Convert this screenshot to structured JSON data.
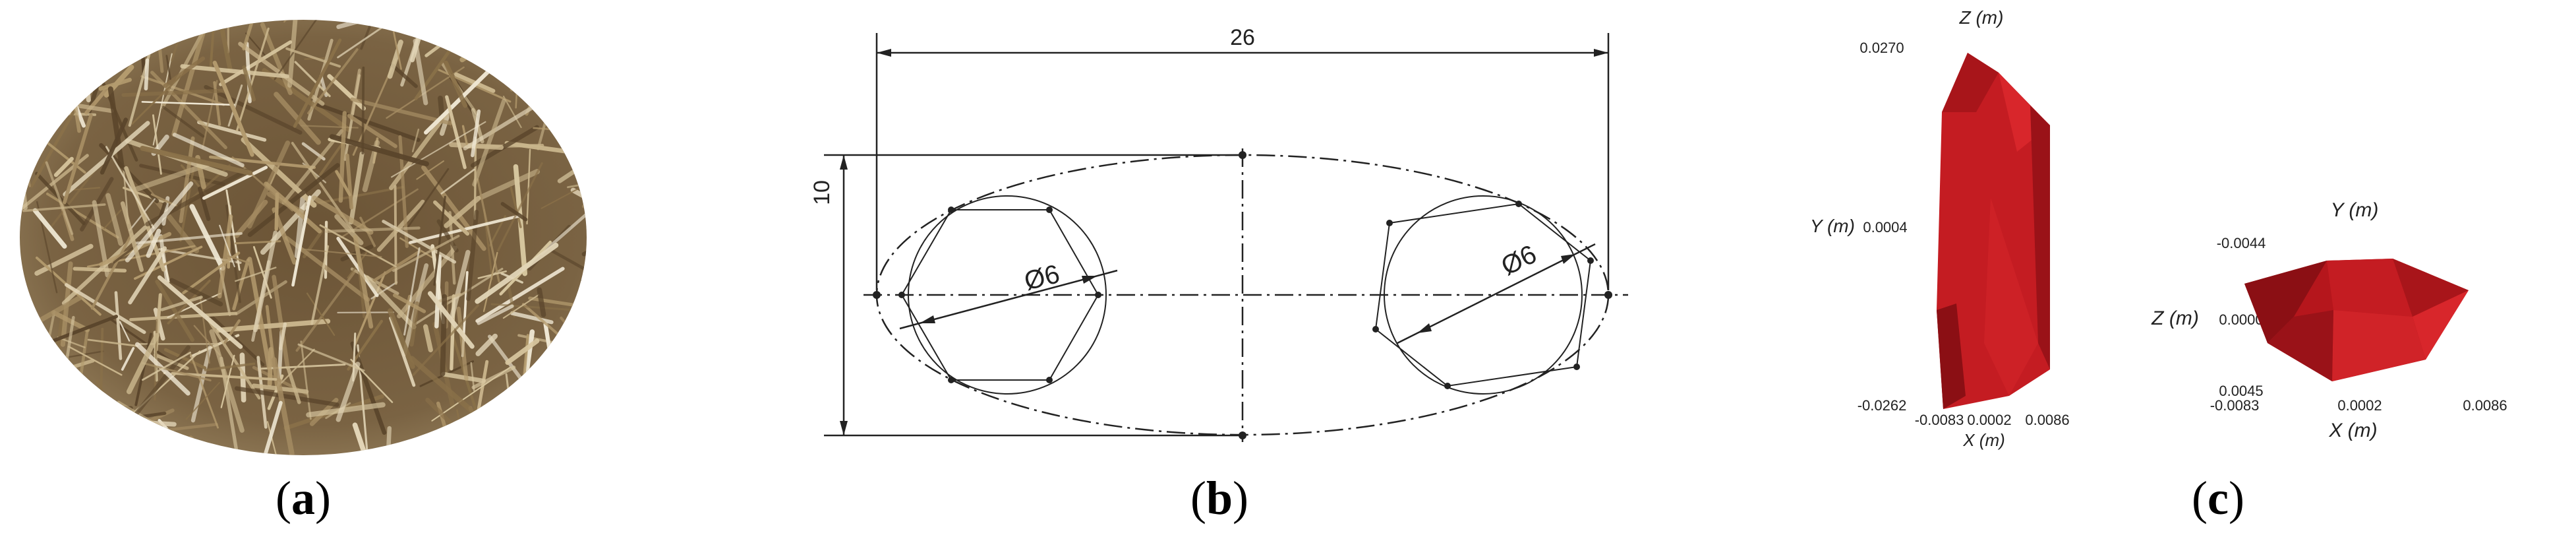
{
  "panels": {
    "a": {
      "caption_open": "(",
      "caption_letter": "a",
      "caption_close": ")"
    },
    "b": {
      "caption_open": "(",
      "caption_letter": "b",
      "caption_close": ")",
      "dimensions": {
        "length": "26",
        "height": "10",
        "dia_left": "Ø6",
        "dia_right": "Ø6"
      }
    },
    "c": {
      "caption_open": "(",
      "caption_letter": "c",
      "caption_close": ")",
      "left_view": {
        "top_axis": "Z (m)",
        "side_axis": "Y (m)",
        "bottom_axis": "X (m)",
        "z_top": "0.0270",
        "y_mid": "0.0004",
        "z_bottom": "-0.0262",
        "x_left": "-0.0083",
        "x_mid": "0.0002",
        "x_right": "0.0086"
      },
      "right_view": {
        "top_axis": "Y (m)",
        "side_axis": "Z (m)",
        "bottom_axis": "X (m)",
        "y_top": "-0.0044",
        "z_mid": "0.0000",
        "y_bottom": "0.0045",
        "x_left": "-0.0083",
        "x_mid": "0.0002",
        "x_right": "0.0086"
      },
      "colors": {
        "dark": "#8b0f14",
        "mid": "#b5161c",
        "light": "#d8262b"
      }
    }
  }
}
